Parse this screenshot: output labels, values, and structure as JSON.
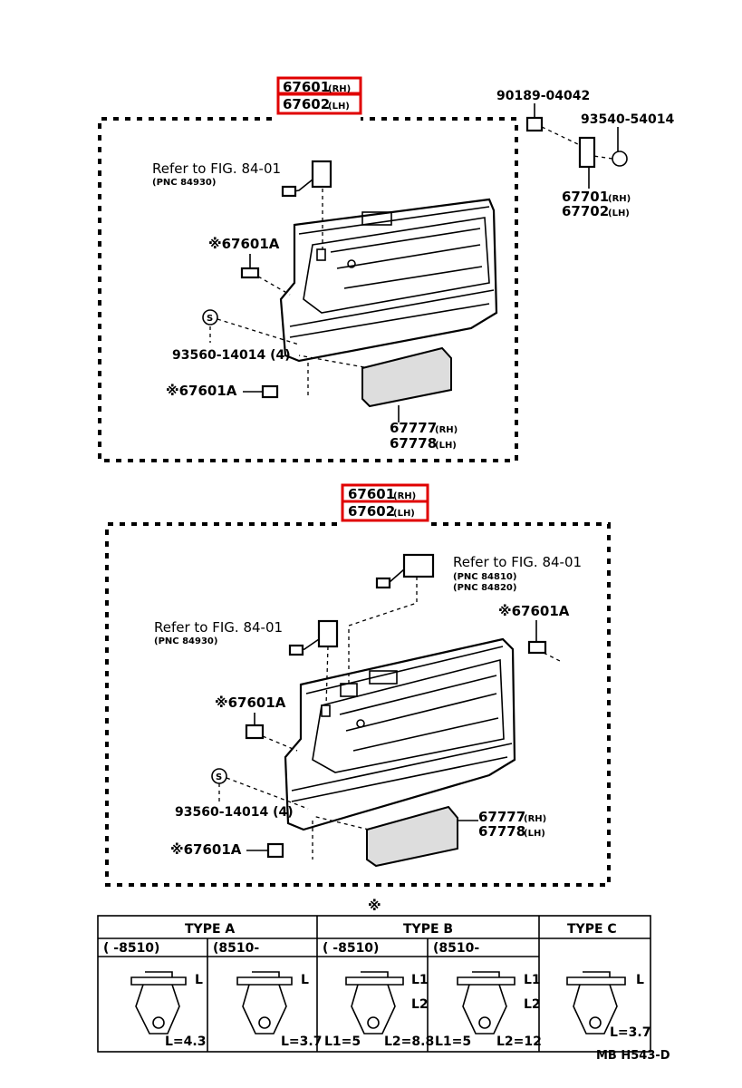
{
  "top_assembly": {
    "part_rh": "67601",
    "part_rh_side": "(RH)",
    "part_lh": "67602",
    "part_lh_side": "(LH)",
    "bracket_part": "90189-04042",
    "screw_part": "93540-54014",
    "hinge_rh": "67701",
    "hinge_rh_side": "(RH)",
    "hinge_lh": "67702",
    "hinge_lh_side": "(LH)",
    "switch_ref": "Refer to FIG. 84-01",
    "switch_pnc": "(PNC 84930)",
    "clip_label_1": "※67601A",
    "clip_label_2": "※67601A",
    "screw_label": "93560-14014 (4)",
    "grip_rh": "67777",
    "grip_rh_side": "(RH)",
    "grip_lh": "67778",
    "grip_lh_side": "(LH)"
  },
  "bottom_assembly": {
    "part_rh": "67601",
    "part_rh_side": "(RH)",
    "part_lh": "67602",
    "part_lh_side": "(LH)",
    "window_ref": "Refer to FIG. 84-01",
    "window_pnc_1": "(PNC 84810)",
    "window_pnc_2": "(PNC 84820)",
    "switch_ref": "Refer to FIG. 84-01",
    "switch_pnc": "(PNC 84930)",
    "clip_label_right": "※67601A",
    "clip_label_left": "※67601A",
    "clip_label_bottom": "※67601A",
    "screw_label": "93560-14014 (4)",
    "grip_rh": "67777",
    "grip_rh_side": "(RH)",
    "grip_lh": "67778",
    "grip_lh_side": "(LH)"
  },
  "clip_table": {
    "mark": "※",
    "type_a": "TYPE A",
    "type_b": "TYPE B",
    "type_c": "TYPE C",
    "range_a1": "(      -8510)",
    "range_a2": "(8510-",
    "range_b1": "(      -8510)",
    "range_b2": "(8510-",
    "dim_l": "L",
    "dim_l1": "L1",
    "dim_l2": "L2",
    "a1_value": "L=4.3",
    "a2_value": "L=3.7",
    "b1_value1": "L1=5",
    "b1_value2": "L2=8.8",
    "b2_value1": "L1=5",
    "b2_value2": "L2=12",
    "c_value": "L=3.7"
  },
  "footer": "MB  H543-D"
}
